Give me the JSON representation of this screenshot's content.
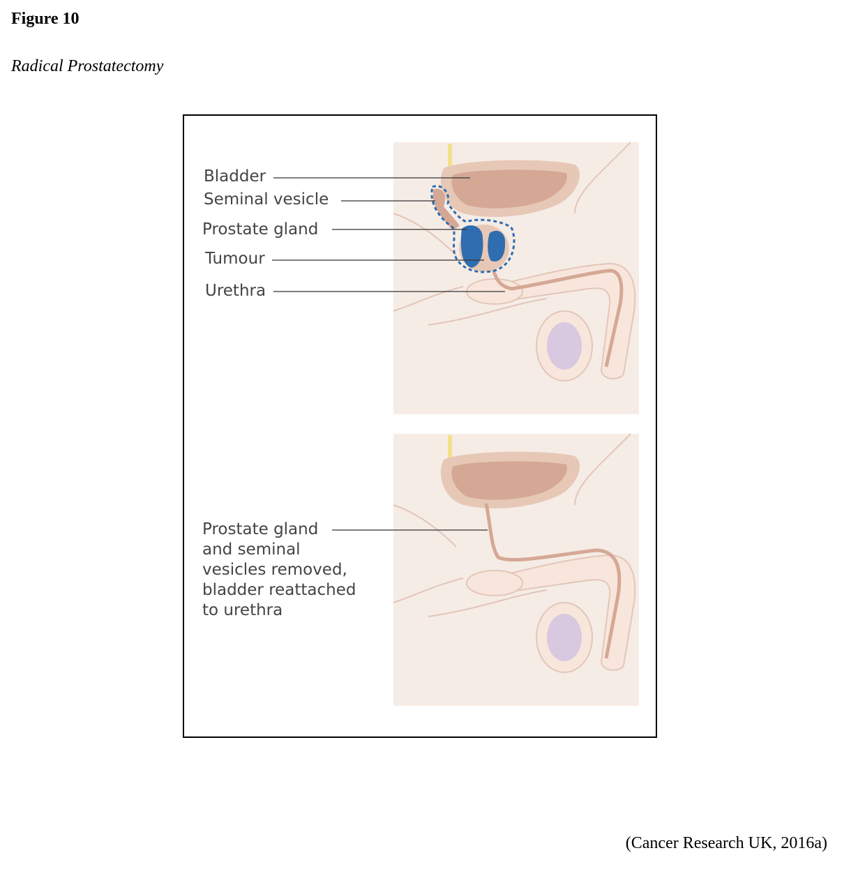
{
  "figure": {
    "number": "Figure 10",
    "title": "Radical Prostatectomy",
    "credit": "(Cancer Research UK, 2016a)"
  },
  "diagram_top": {
    "labels": {
      "bladder": "Bladder",
      "seminal_vesicle": "Seminal vesicle",
      "prostate_gland": "Prostate gland",
      "tumour": "Tumour",
      "urethra": "Urethra"
    }
  },
  "diagram_bottom": {
    "caption_lines": [
      "Prostate gland",
      "and seminal",
      "vesicles removed,",
      "bladder reattached",
      "to urethra"
    ]
  },
  "colors": {
    "background_panel": "#f6ece6",
    "bladder_wall": "#e7c8b6",
    "bladder_inner": "#d5a896",
    "tumour": "#2f6db0",
    "removal_outline": "#2f6db0",
    "testis": "#d8c8e0",
    "spine_nerve": "#f5e08a",
    "label_text": "#444444"
  }
}
